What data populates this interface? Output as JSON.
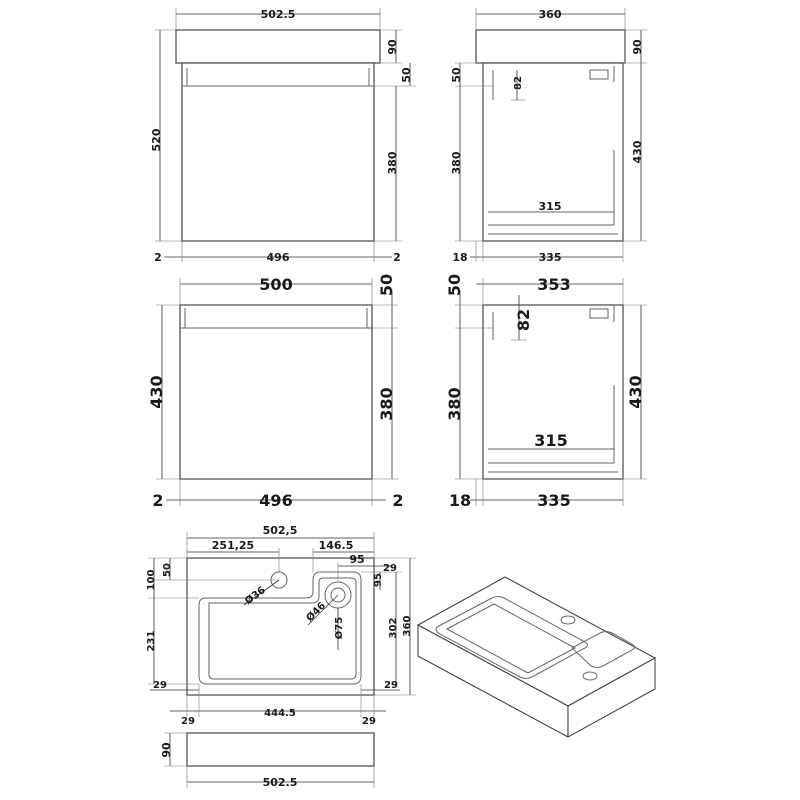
{
  "views": {
    "cabinet_front_small": {
      "width_top": "502.5",
      "height_total": "520",
      "worktop_height": "90",
      "rail_height": "50",
      "door_height": "380",
      "gap_left": "2",
      "door_width": "496",
      "gap_right": "2"
    },
    "cabinet_side_small": {
      "depth_top": "360",
      "worktop_height": "90",
      "rail_height": "50",
      "bracket_drop": "82",
      "inner_height": "380",
      "outer_height": "430",
      "inner_width": "315",
      "back_gap": "18",
      "depth_body": "335"
    },
    "cabinet_front_large": {
      "width_top": "500",
      "rail_height": "50",
      "height_total": "430",
      "door_height": "380",
      "gap_left": "2",
      "door_width": "496",
      "gap_right": "2"
    },
    "cabinet_side_large": {
      "rail_height": "50",
      "depth_top": "353",
      "bracket_drop": "82",
      "inner_height": "380",
      "outer_height": "430",
      "inner_width": "315",
      "back_gap": "18",
      "depth_body": "335"
    },
    "basin_plan": {
      "width": "502,5",
      "tap_offset": "251,25",
      "waste_offset": "146.5",
      "waste_pocket": "95",
      "rim_top": "50",
      "depth_to_bowl": "100",
      "tap_hole": "Ø36",
      "waste_hole": "Ø46",
      "waste_recess": "Ø75",
      "pocket_depth": "95",
      "rim_right": "29",
      "bowl_depth": "231",
      "outer_depth_a": "302",
      "outer_depth_b": "360",
      "rim_bottom_left": "29",
      "rim_bottom_right": "29",
      "rim_left": "29",
      "bowl_width": "444.5",
      "rim_right_bottom": "29"
    },
    "basin_front": {
      "height": "90",
      "width": "502.5"
    }
  }
}
